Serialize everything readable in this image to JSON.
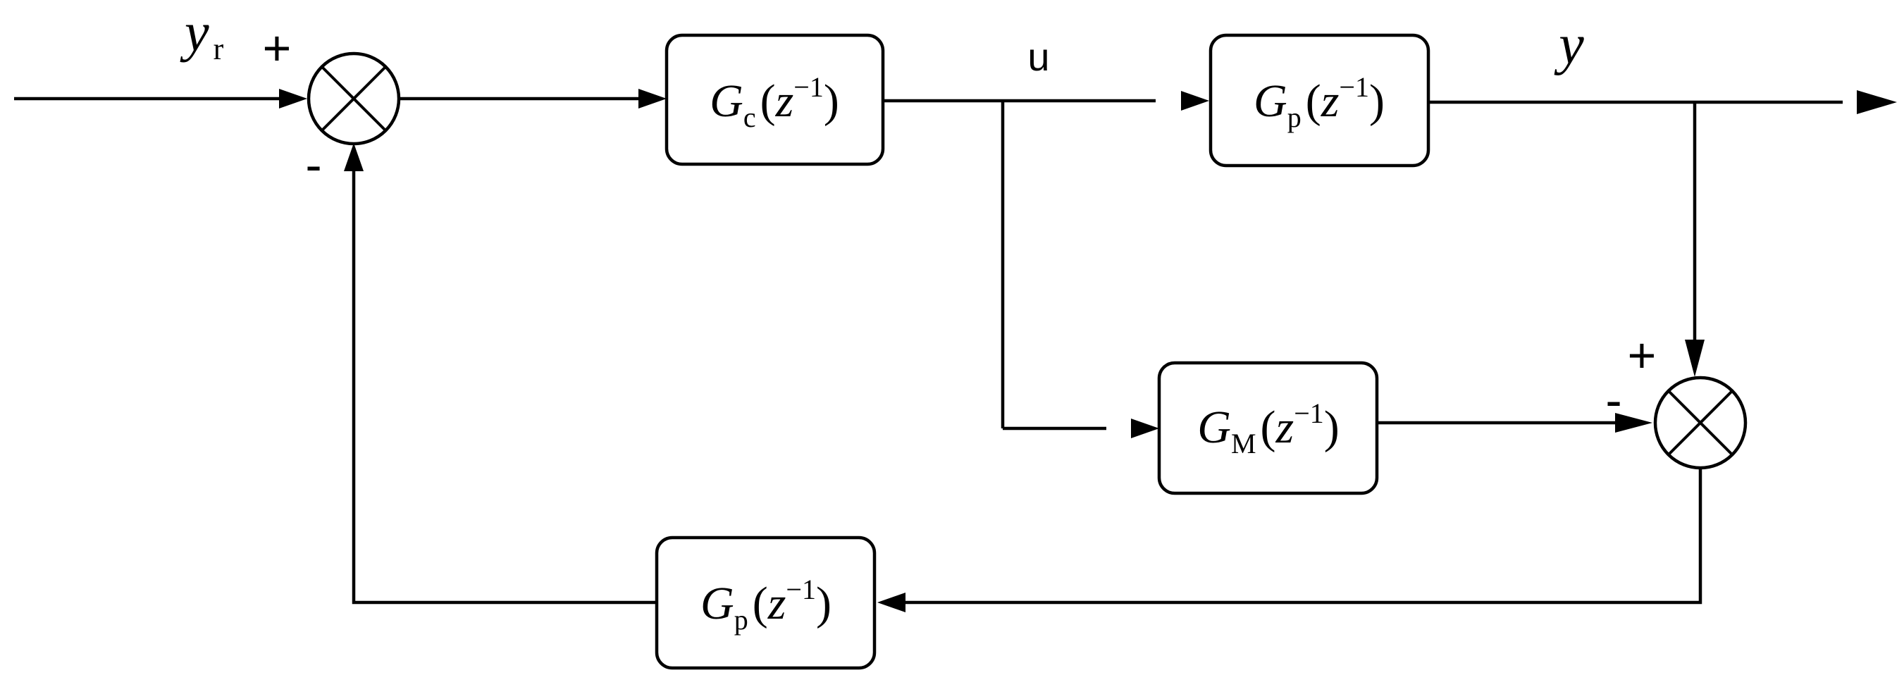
{
  "signals": {
    "reference": {
      "base": "y",
      "subscript": "r"
    },
    "control": "u",
    "output": "y"
  },
  "signs": {
    "sum1_plus": "+",
    "sum1_minus": "-",
    "sum2_plus": "+",
    "sum2_minus": "-"
  },
  "blocks": {
    "controller": {
      "symbol": "G",
      "subscript": "c",
      "open": "(",
      "var": "z",
      "exponent": "−1",
      "close": ")"
    },
    "plant": {
      "symbol": "G",
      "subscript": "p",
      "open": "(",
      "var": "z",
      "exponent": "−1",
      "close": ")"
    },
    "model": {
      "symbol": "G",
      "subscript": "M",
      "open": "(",
      "var": "z",
      "exponent": "−1",
      "close": ")"
    },
    "feedback": {
      "symbol": "G",
      "subscript": "p",
      "open": "(",
      "var": "z",
      "exponent": "−1",
      "close": ")"
    }
  }
}
